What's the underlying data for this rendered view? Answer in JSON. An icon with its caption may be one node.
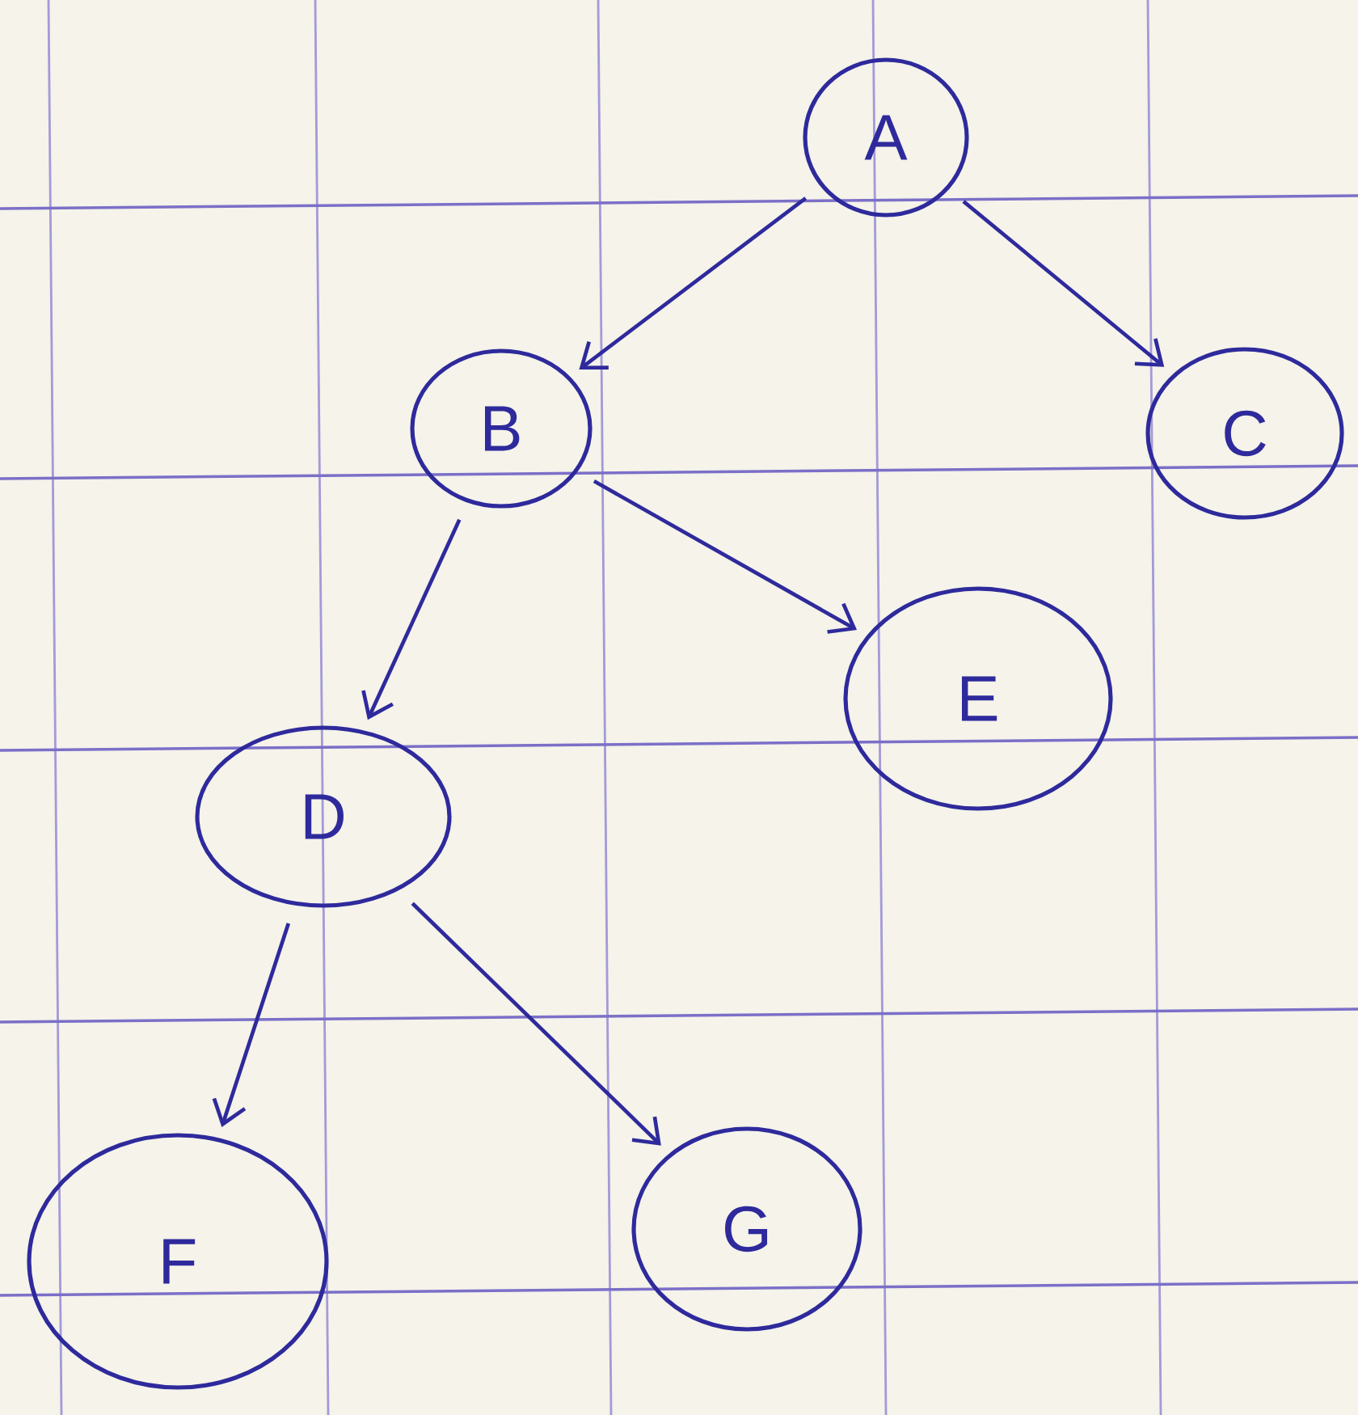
{
  "diagram": {
    "nodes": [
      {
        "text": [
          "A"
        ]
      },
      {
        "text": [
          "B"
        ]
      },
      {
        "text": [
          "C"
        ]
      },
      {
        "text": [
          "D"
        ]
      },
      {
        "text": [
          "E"
        ]
      },
      {
        "text": [
          "F"
        ]
      },
      {
        "text": [
          "G"
        ]
      }
    ],
    "edges": [
      {
        "from": 0,
        "to": 1,
        "arrow": "to"
      },
      {
        "from": 0,
        "to": 2,
        "arrow": "to"
      },
      {
        "from": 1,
        "to": 3,
        "arrow": "to"
      },
      {
        "from": 1,
        "to": 4,
        "arrow": "to"
      },
      {
        "from": 3,
        "to": 5,
        "arrow": "to"
      },
      {
        "from": 3,
        "to": 6,
        "arrow": "to"
      }
    ]
  }
}
